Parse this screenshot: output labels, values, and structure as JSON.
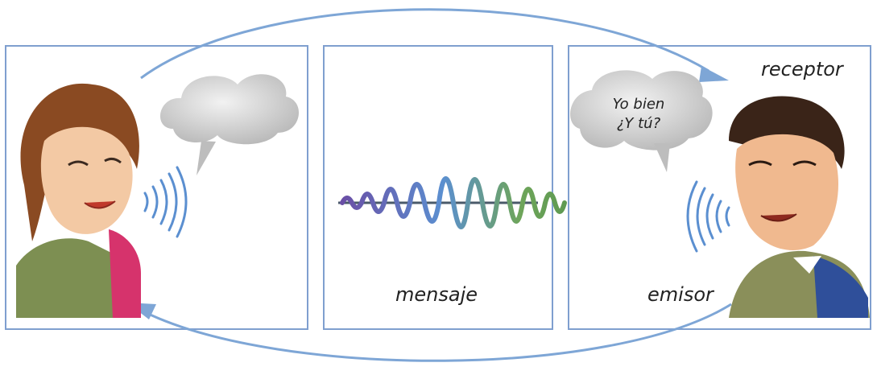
{
  "panels": {
    "middle": {
      "label": "mensaje"
    },
    "right": {
      "receptor_label": "receptor",
      "emisor_label": "emisor",
      "bubble_line1": "Yo bien",
      "bubble_line2": "¿Y tú?"
    }
  },
  "colors": {
    "frame": "#7f9fcf",
    "arrow": "#7ea6d6",
    "wave_purple": "#6a4fa6",
    "wave_blue": "#5b8fd0",
    "wave_green": "#6ea55a",
    "cloud": "#c9c9c9"
  },
  "icons": [
    "woman-speaker",
    "man-speaker",
    "thought-cloud",
    "sound-waves",
    "signal-wave"
  ]
}
